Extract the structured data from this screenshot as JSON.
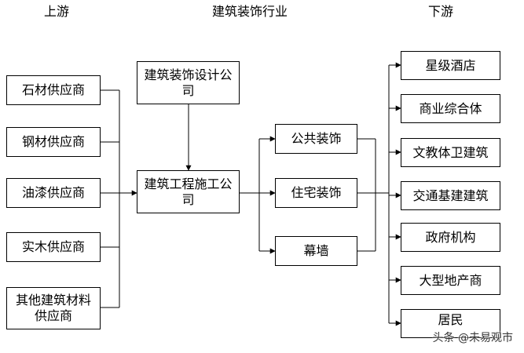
{
  "headers": {
    "upstream": "上游",
    "industry": "建筑装饰行业",
    "downstream": "下游"
  },
  "suppliers": [
    "石材供应商",
    "钢材供应商",
    "油漆供应商",
    "实木供应商",
    "其他建筑材料供应商"
  ],
  "design_company": "建筑装饰设计公司",
  "construction_company": "建筑工程施工公司",
  "decoration_types": [
    "公共装饰",
    "住宅装饰",
    "幕墙"
  ],
  "clients": [
    "星级酒店",
    "商业综合体",
    "文教体卫建筑",
    "交通基建建筑",
    "政府机构",
    "大型地产商",
    "居民"
  ],
  "watermark": "头条 @未易观市"
}
